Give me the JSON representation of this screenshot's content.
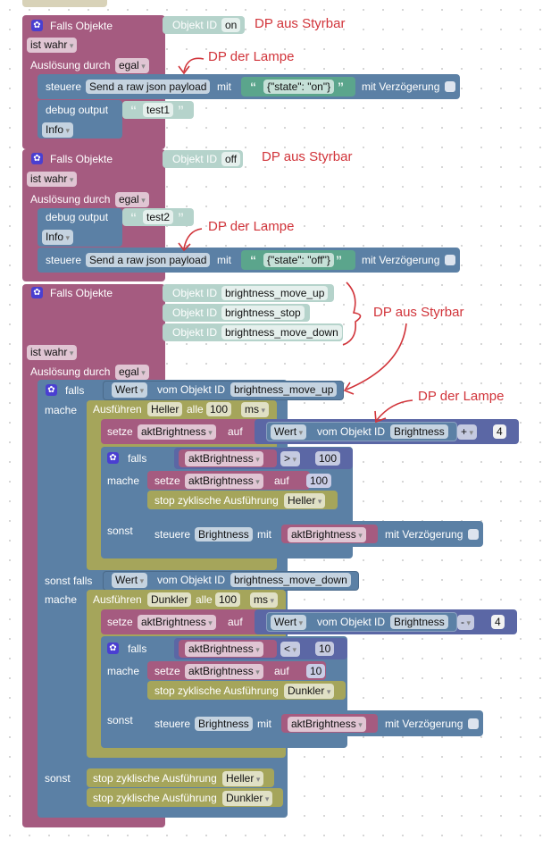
{
  "annotations": {
    "styrbar1": "DP aus Styrbar",
    "lampe1": "DP der Lampe",
    "styrbar2": "DP aus Styrbar",
    "lampe2": "DP der Lampe",
    "styrbar3": "DP aus Styrbar",
    "lampe3": "DP der Lampe"
  },
  "labels": {
    "falls_objekte": "Falls Objekte",
    "objekt_id": "Objekt ID",
    "ist_wahr": "ist wahr",
    "ausloesung": "Auslösung durch",
    "egal": "egal",
    "steuere": "steuere",
    "mit": "mit",
    "mit_verz": "mit Verzögerung",
    "debug": "debug output",
    "info": "Info",
    "falls": "falls",
    "mache": "mache",
    "sonst": "sonst",
    "sonst_falls": "sonst falls",
    "wert": "Wert",
    "vom_objekt": "vom Objekt ID",
    "ausfuehren": "Ausführen",
    "alle": "alle",
    "ms": "ms",
    "setze": "setze",
    "auf": "auf",
    "stop": "stop zyklische Ausführung"
  },
  "event1": {
    "id": "on",
    "device": "Send a raw json payload",
    "payload": "{\"state\": \"on\"}",
    "debug_text": "test1"
  },
  "event2": {
    "id": "off",
    "device": "Send a raw json payload",
    "payload": "{\"state\": \"off\"}",
    "debug_text": "test2"
  },
  "event3": {
    "ids": [
      "brightness_move_up",
      "brightness_stop",
      "brightness_move_down"
    ],
    "up": {
      "cond_id": "brightness_move_up",
      "timer": "Heller",
      "interval": "100",
      "var": "aktBrightness",
      "src": "Brightness",
      "op": "+",
      "step": "4",
      "cmp": ">",
      "limit": "100",
      "set_val": "100",
      "target": "Brightness"
    },
    "down": {
      "cond_id": "brightness_move_down",
      "timer": "Dunkler",
      "interval": "100",
      "var": "aktBrightness",
      "src": "Brightness",
      "op": "-",
      "step": "4",
      "cmp": "<",
      "limit": "10",
      "set_val": "10",
      "target": "Brightness"
    },
    "else_stop": [
      "Heller",
      "Dunkler"
    ]
  }
}
